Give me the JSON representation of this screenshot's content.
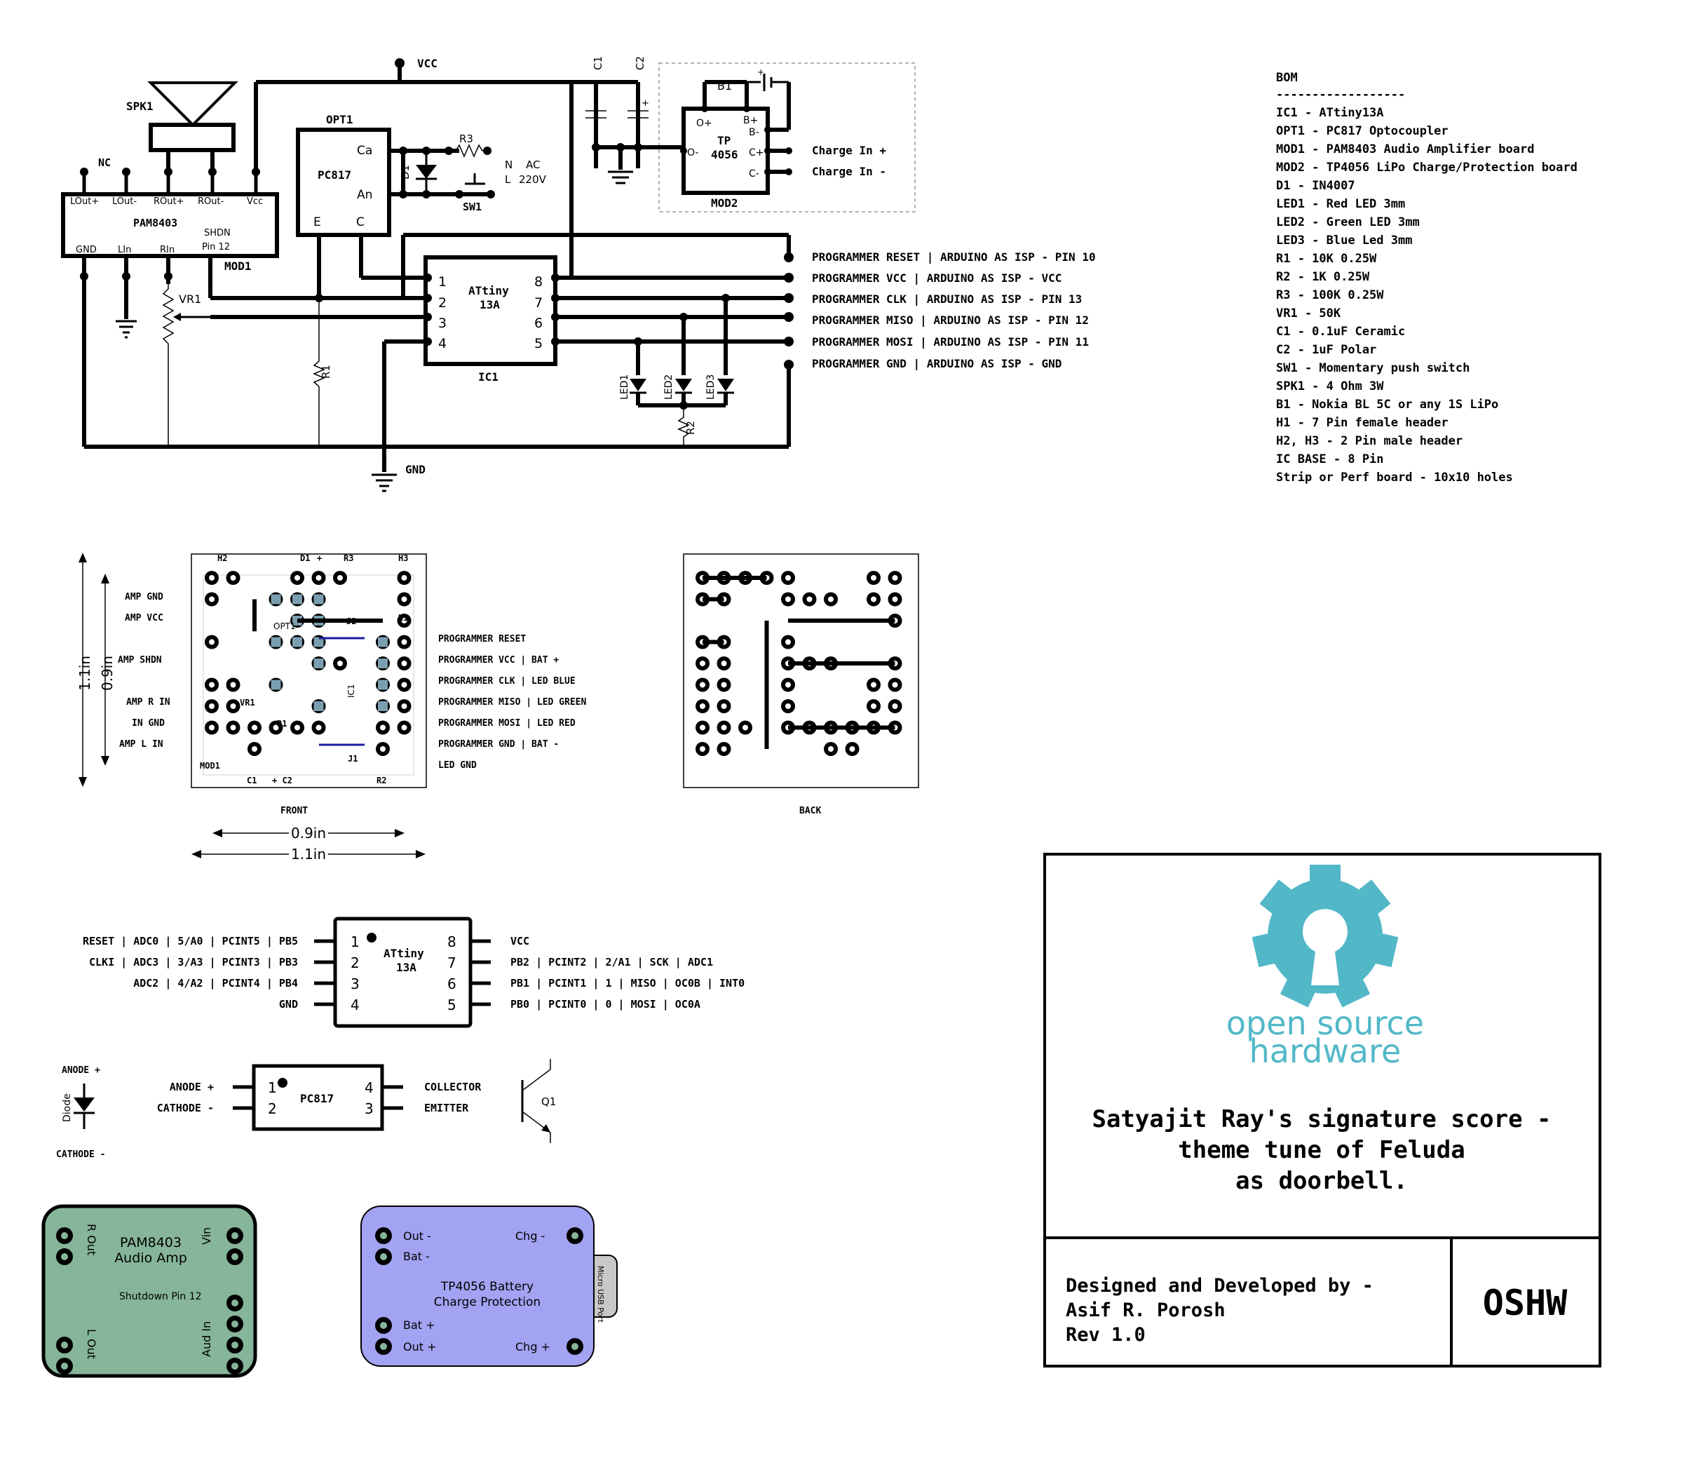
{
  "schematic": {
    "vcc": "VCC",
    "gnd": "GND",
    "nc": "NC",
    "spk": "SPK1",
    "opt1": "OPT1",
    "pc817": "PC817",
    "ca": "Ca",
    "an": "An",
    "e": "E",
    "c": "C",
    "r3": "R3",
    "d1": "D1",
    "sw1": "SW1",
    "ac_n": "N",
    "ac_l": "L",
    "ac": "AC",
    "ac_v": "220V",
    "c1": "C1",
    "c2": "C2",
    "b1": "B1",
    "tp": "TP",
    "tp_num": "4056",
    "o_plus": "O+",
    "o_minus": "O-",
    "b_plus": "B+",
    "b_minus": "B-",
    "c_plus": "C+",
    "c_minus": "C-",
    "mod2": "MOD2",
    "charge_plus": "Charge In +",
    "charge_minus": "Charge In -",
    "pam": "PAM8403",
    "mod1": "MOD1",
    "pam_pins_top": [
      "LOut+",
      "LOut-",
      "ROut+",
      "ROut-",
      "Vcc"
    ],
    "pam_pins_bottom": [
      "GND",
      "LIn",
      "RIn"
    ],
    "shdn": "SHDN",
    "pin12": "Pin 12",
    "vr1": "VR1",
    "r1": "R1",
    "r2": "R2",
    "ic_name": "ATtiny",
    "ic_num": "13A",
    "ic1": "IC1",
    "ic_pins": [
      "1",
      "2",
      "3",
      "4",
      "8",
      "7",
      "6",
      "5"
    ],
    "leds": [
      "LED1",
      "LED2",
      "LED3"
    ],
    "programmer": [
      "PROGRAMMER RESET | ARDUINO AS ISP - PIN 10",
      "PROGRAMMER VCC   | ARDUINO AS ISP - VCC",
      "PROGRAMMER CLK   | ARDUINO AS ISP - PIN 13",
      "PROGRAMMER MISO  | ARDUINO AS ISP - PIN 12",
      "PROGRAMMER MOSI  | ARDUINO AS ISP - PIN 11",
      "PROGRAMMER GND   | ARDUINO AS ISP - GND"
    ]
  },
  "bom": {
    "title": "BOM",
    "divider": "------------------",
    "items": [
      "IC1 - ATtiny13A",
      "OPT1 - PC817 Optocoupler",
      "MOD1 - PAM8403 Audio Amplifier board",
      "MOD2 - TP4056 LiPo Charge/Protection board",
      "D1 - IN4007",
      "LED1 - Red LED 3mm",
      "LED2 - Green LED 3mm",
      "LED3 - Blue Led 3mm",
      "R1 - 10K 0.25W",
      "R2 - 1K 0.25W",
      "R3 - 100K 0.25W",
      "VR1 - 50K",
      "C1 - 0.1uF Ceramic",
      "C2 - 1uF Polar",
      "SW1 - Momentary push switch",
      "SPK1 - 4 Ohm 3W",
      "B1 - Nokia BL 5C or any 1S LiPo",
      "H1 - 7 Pin female header",
      "H2, H3 - 2 Pin male header",
      "IC BASE - 8 Pin",
      "Strip or Perf board - 10x10 holes"
    ]
  },
  "board": {
    "front": "FRONT",
    "back": "BACK",
    "dim_small": "0.9in",
    "dim_large": "1.1in",
    "left_labels": [
      "AMP GND",
      "AMP VCC",
      "AMP SHDN",
      "AMP R IN",
      "IN GND",
      "AMP L IN"
    ],
    "right_labels": [
      "PROGRAMMER RESET",
      "PROGRAMMER VCC  | BAT +",
      "PROGRAMMER CLK  | LED BLUE",
      "PROGRAMMER MISO | LED GREEN",
      "PROGRAMMER MOSI | LED RED",
      "PROGRAMMER GND  | BAT -",
      "LED GND"
    ],
    "silk": {
      "h2": "H2",
      "d1": "D1",
      "plus": "+",
      "r3": "R3",
      "h3": "H3",
      "opt1": "OPT1",
      "j2": "J2",
      "h1": "H1",
      "ic1": "IC1",
      "vr1": "VR1",
      "r1": "R1",
      "j1": "J1",
      "mod1": "MOD1",
      "c1": "C1",
      "c2": "+ C2",
      "r2": "R2"
    }
  },
  "pinout": {
    "chip_name": "ATtiny",
    "chip_num": "13A",
    "left": [
      "RESET | ADC0 | 5/A0 | PCINT5 | PB5",
      "CLKI | ADC3 | 3/A3 | PCINT3 | PB3",
      "ADC2 | 4/A2 | PCINT4 | PB4",
      "GND"
    ],
    "right": [
      "VCC",
      "PB2 | PCINT2 | 2/A1 | SCK | ADC1",
      "PB1 | PCINT1 | 1 | MISO | OC0B | INT0",
      "PB0 | PCINT0 | 0 | MOSI | OC0A"
    ],
    "nums_left": [
      "1",
      "2",
      "3",
      "4"
    ],
    "nums_right": [
      "8",
      "7",
      "6",
      "5"
    ]
  },
  "opto": {
    "anode_plus": "ANODE +",
    "cathode_minus": "CATHODE -",
    "diode": "Diode",
    "anode_in": "ANODE +",
    "cathode_in": "CATHODE -",
    "name": "PC817",
    "nums": [
      "1",
      "2",
      "4",
      "3"
    ],
    "collector": "COLLECTOR",
    "emitter": "EMITTER",
    "q1": "Q1"
  },
  "modules": {
    "pam_title": "PAM8403",
    "pam_sub": "Audio Amp",
    "r_out": "R Out",
    "l_out": "L Out",
    "vin": "Vin",
    "aud_in": "Aud In",
    "shutdown": "Shutdown Pin 12",
    "tp_title": "TP4056 Battery",
    "tp_sub": "Charge Protection",
    "out_minus": "Out -",
    "bat_minus": "Bat -",
    "bat_plus": "Bat +",
    "out_plus": "Out +",
    "chg_minus": "Chg -",
    "chg_plus": "Chg +",
    "usb": "Micro USB Port",
    "colors": {
      "pam": "#86b59a",
      "tp": "#a3a3f3",
      "usb": "#c8c8c8",
      "oshw": "#52b8c8"
    }
  },
  "titleblock": {
    "logo_line1": "open source",
    "logo_line2": "hardware",
    "title_1": "Satyajit Ray's signature score -",
    "title_2": "theme tune of Feluda",
    "title_3": "as doorbell.",
    "credit_1": "Designed and Developed by -",
    "credit_2": "Asif R. Porosh",
    "credit_3": "Rev 1.0",
    "oshw": "OSHW"
  }
}
